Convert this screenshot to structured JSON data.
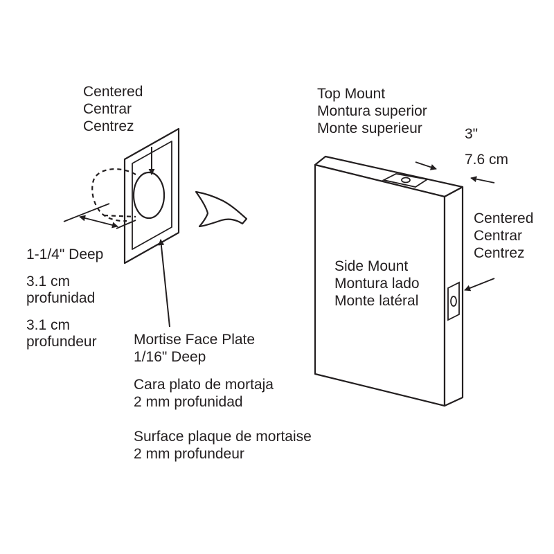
{
  "colors": {
    "ink": "#231f20",
    "background": "#ffffff"
  },
  "mortise": {
    "centered": {
      "en": "Centered",
      "es": "Centrar",
      "fr": "Centrez"
    },
    "depth": {
      "imperial": "1-1/4\" Deep",
      "metric_es_1": "3.1 cm",
      "metric_es_2": "profunidad",
      "metric_fr_1": "3.1 cm",
      "metric_fr_2": "profundeur"
    },
    "face_plate": {
      "en_1": "Mortise Face Plate",
      "en_2": "1/16\" Deep",
      "es_1": "Cara plato de mortaja",
      "es_2": "2 mm profunidad",
      "fr_1": "Surface plaque de mortaise",
      "fr_2": "2 mm profundeur"
    }
  },
  "door": {
    "top_mount": {
      "en": "Top Mount",
      "es": "Montura superior",
      "fr": "Monte superieur"
    },
    "offset": {
      "imperial": "3\"",
      "metric": "7.6 cm"
    },
    "side_centered": {
      "en": "Centered",
      "es": "Centrar",
      "fr": "Centrez"
    },
    "side_mount": {
      "en": "Side Mount",
      "es": "Montura lado",
      "fr": "Monte latéral"
    }
  }
}
